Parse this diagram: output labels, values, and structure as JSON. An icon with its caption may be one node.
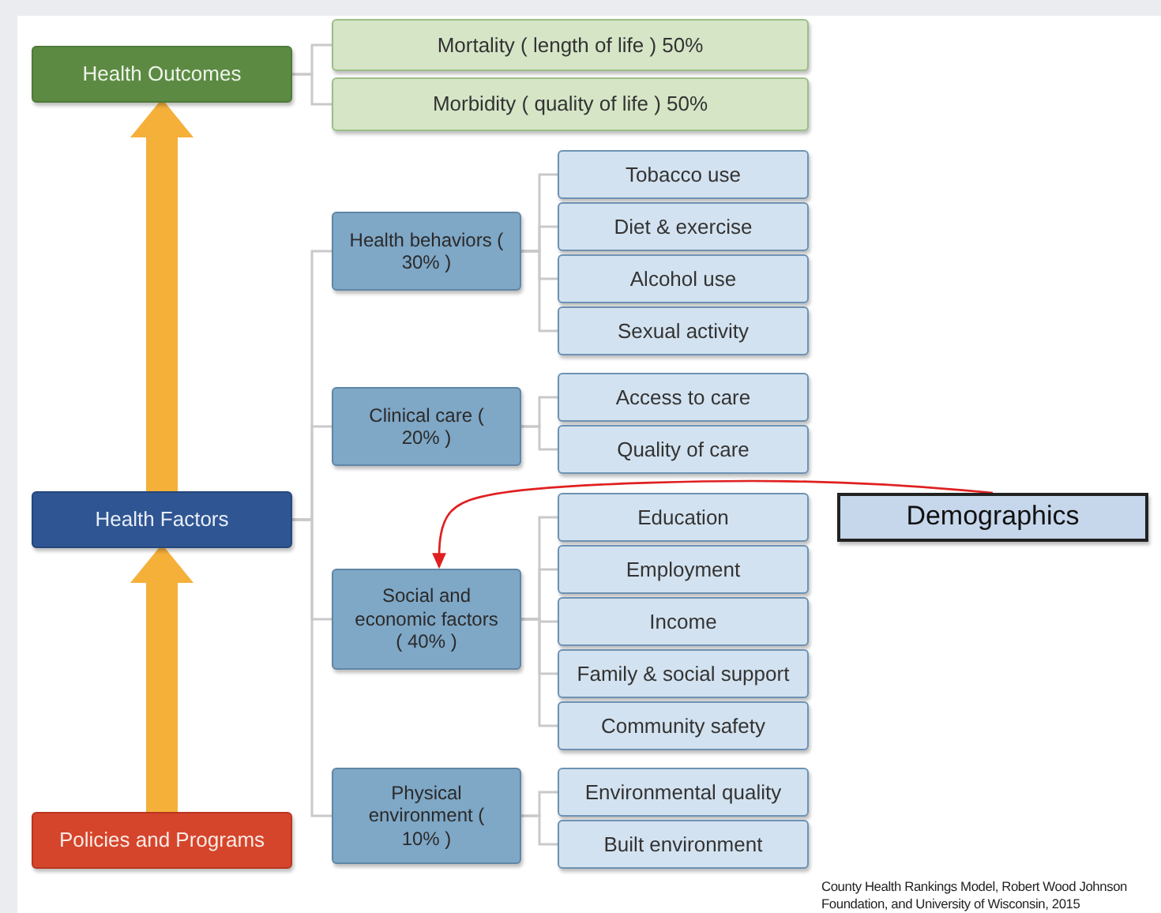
{
  "diagram": {
    "caption": "County Health Rankings Model, Robert Wood Johnson Foundation, and University of Wisconsin, 2015",
    "nodes": [
      {
        "text": [
          "Health Outcomes"
        ]
      },
      {
        "text": [
          "Mortality ( length of life ) 50%"
        ]
      },
      {
        "text": [
          "Morbidity ( quality of life ) 50%"
        ]
      },
      {
        "text": [
          "Health Factors"
        ]
      },
      {
        "text": [
          "Health behaviors ( 30% )"
        ]
      },
      {
        "text": [
          "Tobacco use"
        ]
      },
      {
        "text": [
          "Diet & exercise"
        ]
      },
      {
        "text": [
          "Alcohol use"
        ]
      },
      {
        "text": [
          "Sexual activity"
        ]
      },
      {
        "text": [
          "Clinical care ( 20% )"
        ]
      },
      {
        "text": [
          "Access to care"
        ]
      },
      {
        "text": [
          "Quality of care"
        ]
      },
      {
        "text": [
          "Social and economic factors ( 40% )"
        ]
      },
      {
        "text": [
          "Education"
        ]
      },
      {
        "text": [
          "Employment"
        ]
      },
      {
        "text": [
          "Income"
        ]
      },
      {
        "text": [
          "Family & social support"
        ]
      },
      {
        "text": [
          "Community safety"
        ]
      },
      {
        "text": [
          "Physical environment ( 10% )"
        ]
      },
      {
        "text": [
          "Environmental quality"
        ]
      },
      {
        "text": [
          "Built environment"
        ]
      },
      {
        "text": [
          "Policies and Programs"
        ]
      },
      {
        "text": [
          "Demographics"
        ]
      }
    ],
    "edges": [
      {
        "from": 0,
        "to": 1,
        "arrow": "none"
      },
      {
        "from": 0,
        "to": 2,
        "arrow": "none"
      },
      {
        "from": 3,
        "to": 4,
        "arrow": "none"
      },
      {
        "from": 3,
        "to": 9,
        "arrow": "none"
      },
      {
        "from": 3,
        "to": 12,
        "arrow": "none"
      },
      {
        "from": 3,
        "to": 18,
        "arrow": "none"
      },
      {
        "from": 4,
        "to": 5,
        "arrow": "none"
      },
      {
        "from": 4,
        "to": 6,
        "arrow": "none"
      },
      {
        "from": 4,
        "to": 7,
        "arrow": "none"
      },
      {
        "from": 4,
        "to": 8,
        "arrow": "none"
      },
      {
        "from": 9,
        "to": 10,
        "arrow": "none"
      },
      {
        "from": 9,
        "to": 11,
        "arrow": "none"
      },
      {
        "from": 12,
        "to": 13,
        "arrow": "none"
      },
      {
        "from": 12,
        "to": 14,
        "arrow": "none"
      },
      {
        "from": 12,
        "to": 15,
        "arrow": "none"
      },
      {
        "from": 12,
        "to": 16,
        "arrow": "none"
      },
      {
        "from": 12,
        "to": 17,
        "arrow": "none"
      },
      {
        "from": 18,
        "to": 19,
        "arrow": "none"
      },
      {
        "from": 18,
        "to": 20,
        "arrow": "none"
      },
      {
        "from": 21,
        "to": 3,
        "arrow": "to",
        "style": "thick",
        "color": "#f5b03a"
      },
      {
        "from": 3,
        "to": 0,
        "arrow": "to",
        "style": "thick",
        "color": "#f5b03a"
      },
      {
        "from": 22,
        "to": 12,
        "arrow": "to",
        "color": "#e02020"
      }
    ]
  }
}
